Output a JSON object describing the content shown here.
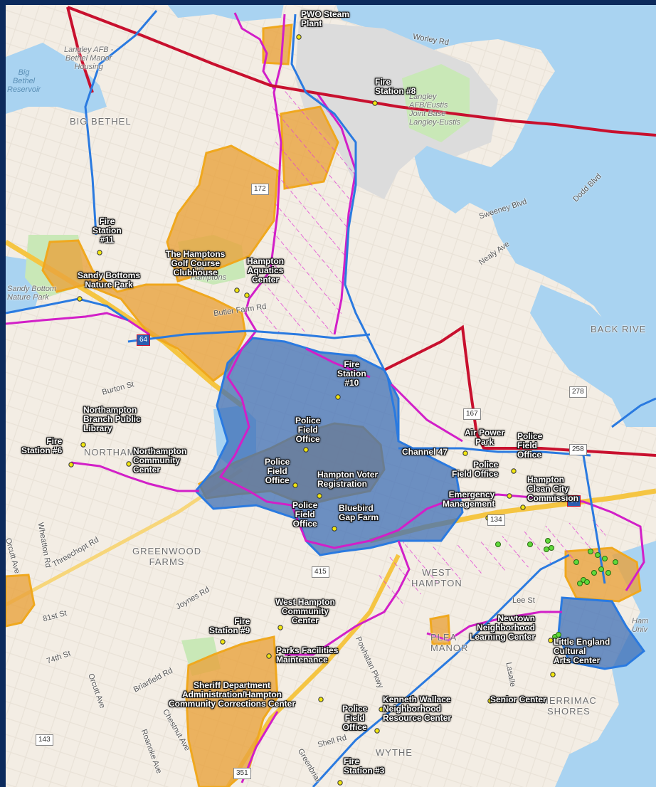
{
  "facilities": [
    {
      "id": "pwo",
      "text": "PWO Steam\nPlant"
    },
    {
      "id": "fire8",
      "text": "Fire\nStation #8"
    },
    {
      "id": "fire11",
      "text": "Fire\nStation\n#11"
    },
    {
      "id": "hamptons-golf",
      "text": "The Hamptons\nGolf Course\nClubhouse"
    },
    {
      "id": "aquatics",
      "text": "Hampton\nAquatics\nCenter"
    },
    {
      "id": "sandy-bottoms",
      "text": "Sandy Bottoms\nNature Park"
    },
    {
      "id": "fire10",
      "text": "Fire\nStation\n#10"
    },
    {
      "id": "northampton-library",
      "text": "Northampton\nBranch Public\nLibrary"
    },
    {
      "id": "fire6",
      "text": "Fire\nStation #6"
    },
    {
      "id": "northampton-cc",
      "text": "Northampton\nCommunity\nCenter"
    },
    {
      "id": "police-field-1",
      "text": "Police\nField\nOffice"
    },
    {
      "id": "police-field-2",
      "text": "Police\nField\nOffice"
    },
    {
      "id": "voter-reg",
      "text": "Hampton Voter\nRegistration"
    },
    {
      "id": "police-field-3",
      "text": "Police\nField\nOffice"
    },
    {
      "id": "bluebird",
      "text": "Bluebird\nGap Farm"
    },
    {
      "id": "channel47",
      "text": "Channel 47"
    },
    {
      "id": "air-power",
      "text": "Air Power\nPark"
    },
    {
      "id": "police-field-4",
      "text": "Police\nField\nOffice"
    },
    {
      "id": "police-field-5",
      "text": "Police\nField Office"
    },
    {
      "id": "clean-city",
      "text": "Hampton\nClean City\nCommission"
    },
    {
      "id": "emergency",
      "text": "Emergency\nManagement"
    },
    {
      "id": "west-hampton-cc",
      "text": "West Hampton\nCommunity\nCenter"
    },
    {
      "id": "fire9",
      "text": "Fire\nStation #9"
    },
    {
      "id": "parks",
      "text": "Parks Facilities\nMaintenance"
    },
    {
      "id": "newtown",
      "text": "Newtown\nNeighborhood\nLearning Center"
    },
    {
      "id": "little-england",
      "text": "Little England\nCultural\nArts Center"
    },
    {
      "id": "sheriff",
      "text": "Sheriff Department\nAdministration/Hampton\nCommunity Corrections Center"
    },
    {
      "id": "kenneth-wallace",
      "text": "Kenneth Wallace\nNeighborhood\nResource Center"
    },
    {
      "id": "senior",
      "text": "Senior Center"
    },
    {
      "id": "police-field-6",
      "text": "Police\nField\nOffice"
    },
    {
      "id": "fire3",
      "text": "Fire\nStation #3"
    }
  ],
  "places": [
    {
      "id": "big-bethel",
      "text": "BIG BETHEL"
    },
    {
      "id": "langley-afb",
      "text": "Langley AFB -\nBethel Manor\nHousing"
    },
    {
      "id": "big-bethel-res",
      "text": "Big\nBethel\nReservoir"
    },
    {
      "id": "langley-jb",
      "text": "Langley\nAFB/Eustis\nJoint Base\nLangley-Eustis"
    },
    {
      "id": "back-river",
      "text": "BACK RIVE"
    },
    {
      "id": "northampton",
      "text": "NORTHAMP"
    },
    {
      "id": "greenwood",
      "text": "GREENWOOD\nFARMS"
    },
    {
      "id": "west-hampton",
      "text": "WEST\nHAMPTON"
    },
    {
      "id": "pleasant-manor",
      "text": "PLEA\nMANOR"
    },
    {
      "id": "merrimac",
      "text": "MERRIMAC\nSHORES"
    },
    {
      "id": "wythe",
      "text": "WYTHE"
    },
    {
      "id": "sandy-bottom-park",
      "text": "Sandy Bottom\nNature Park"
    },
    {
      "id": "hampton-univ",
      "text": "Ham\nUniv"
    },
    {
      "id": "the-hamptons",
      "text": "The\nHamptons"
    }
  ],
  "roads": [
    {
      "id": "worley",
      "text": "Worley Rd"
    },
    {
      "id": "sweeney",
      "text": "Sweeney Blvd"
    },
    {
      "id": "dodd",
      "text": "Dodd Blvd"
    },
    {
      "id": "nealy",
      "text": "Nealy Ave"
    },
    {
      "id": "butler",
      "text": "Butler Farm Rd"
    },
    {
      "id": "burton",
      "text": "Burton St"
    },
    {
      "id": "wheatton",
      "text": "Wheatton Rd"
    },
    {
      "id": "orcutt1",
      "text": "Orcutt Ave"
    },
    {
      "id": "threechopt",
      "text": "Threechopt Rd"
    },
    {
      "id": "joynes",
      "text": "Joynes Rd"
    },
    {
      "id": "81st",
      "text": "81st St"
    },
    {
      "id": "74th",
      "text": "74th St"
    },
    {
      "id": "orcutt2",
      "text": "Orcutt Ave"
    },
    {
      "id": "briarfield",
      "text": "Briarfield Rd"
    },
    {
      "id": "chestnut",
      "text": "Chestnut Ave"
    },
    {
      "id": "roanoke",
      "text": "Roanoke Ave"
    },
    {
      "id": "shell",
      "text": "Shell Rd"
    },
    {
      "id": "greenbriar",
      "text": "Greenbriar"
    },
    {
      "id": "lee",
      "text": "Lee St"
    },
    {
      "id": "lasalle",
      "text": "Lasalle"
    },
    {
      "id": "powhatan",
      "text": "Powhatan Pkwy"
    }
  ],
  "shields": [
    {
      "id": "s172",
      "text": "172"
    },
    {
      "id": "s278",
      "text": "278"
    },
    {
      "id": "s167",
      "text": "167"
    },
    {
      "id": "s134",
      "text": "134"
    },
    {
      "id": "s415",
      "text": "415"
    },
    {
      "id": "s143",
      "text": "143"
    },
    {
      "id": "s64a",
      "text": "64"
    },
    {
      "id": "s64b",
      "text": "64"
    },
    {
      "id": "s258",
      "text": "258"
    },
    {
      "id": "s351",
      "text": "351"
    }
  ],
  "colors": {
    "land": "#f3ede4",
    "water": "#a9d3f1",
    "park": "#c9e8b7",
    "airfield": "#d9d9d9",
    "zone_orange": "#e8a33d",
    "zone_blue": "#3f6fb5",
    "boundary_red": "#c8102e",
    "boundary_magenta": "#d21fc8",
    "boundary_blue": "#2a7ae0",
    "point": "#f2e60f",
    "point_green": "#5fd93b"
  }
}
